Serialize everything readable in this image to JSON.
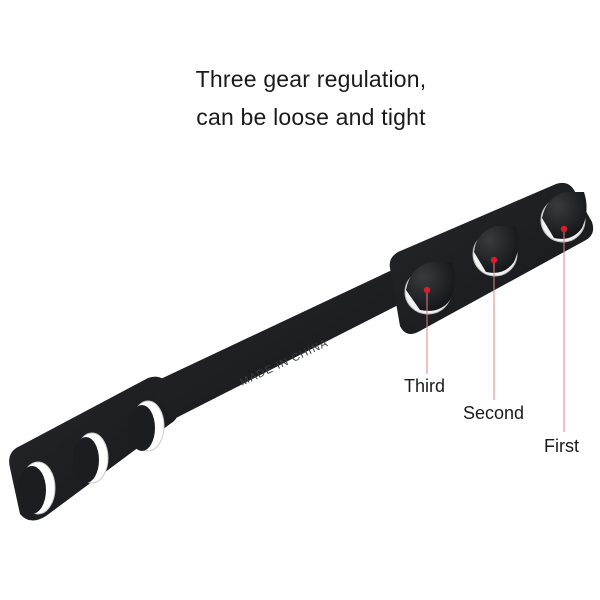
{
  "headline": {
    "line1": "Three gear regulation,",
    "line2": "can be loose and tight"
  },
  "strap": {
    "color": "#1c1d20",
    "embossed_text": "MADE IN CHINA"
  },
  "gears": [
    {
      "label": "Third"
    },
    {
      "label": "Second"
    },
    {
      "label": "First"
    }
  ],
  "colors": {
    "marker_dot": "#d61f2b",
    "leader_line": "#d9808a",
    "text": "#1a1a1a"
  }
}
